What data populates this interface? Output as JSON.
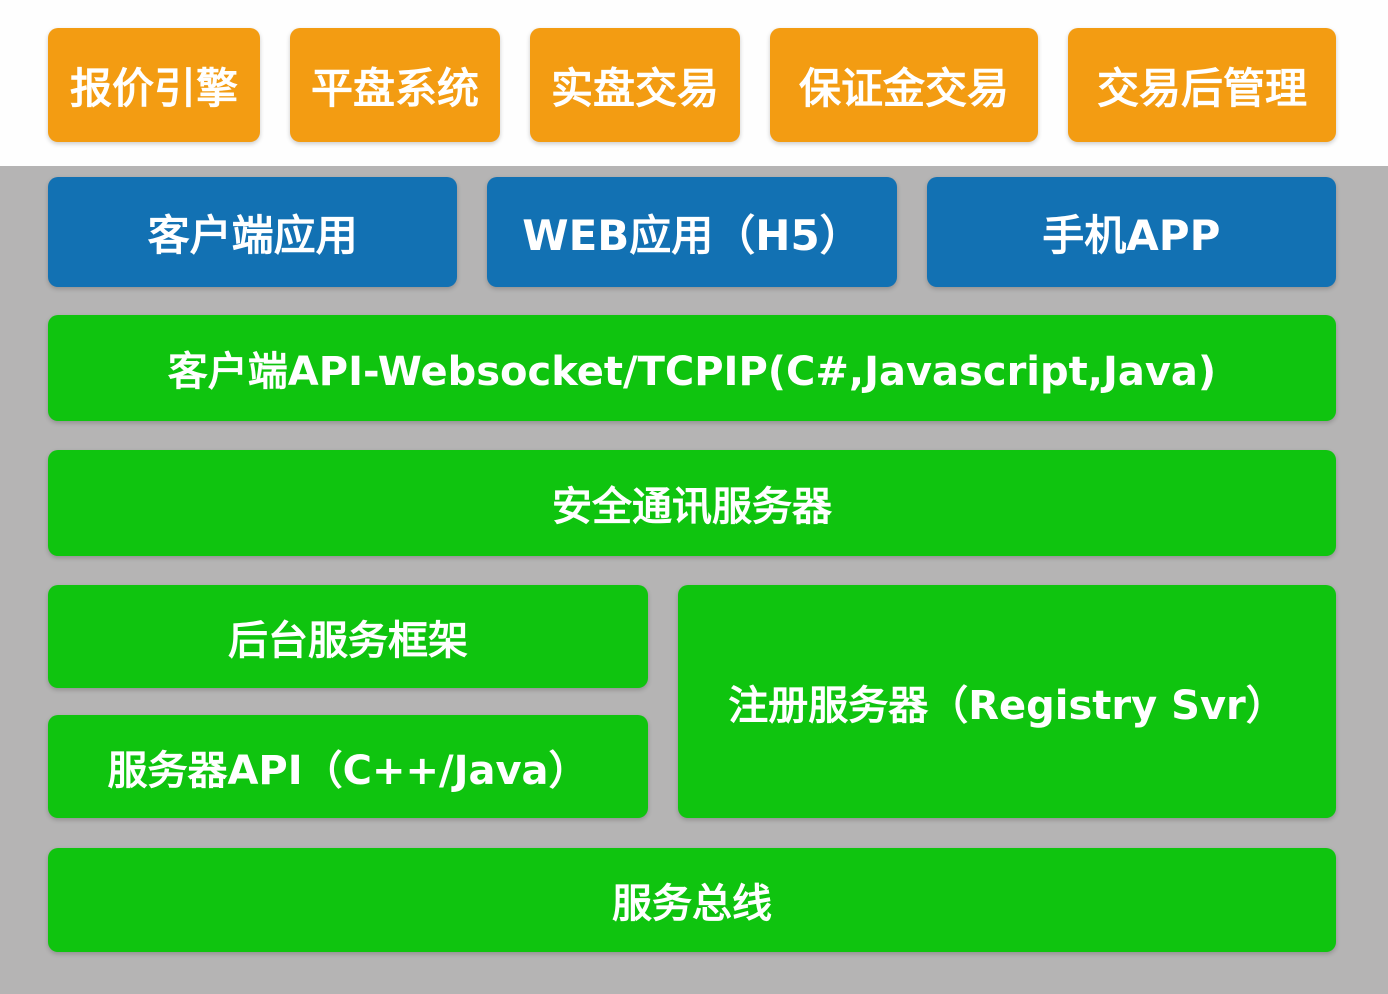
{
  "diagram": {
    "top_modules": {
      "quote_engine": "报价引擎",
      "netting_system": "平盘系统",
      "live_trading": "实盘交易",
      "margin_trading": "保证金交易",
      "post_trade": "交易后管理"
    },
    "client_tier": {
      "client_app": "客户端应用",
      "web_app": "WEB应用（H5）",
      "mobile_app": "手机APP"
    },
    "layers": {
      "client_api": "客户端API-Websocket/TCPIP(C#,Javascript,Java)",
      "secure_comm": "安全通讯服务器",
      "backend_framework": "后台服务框架",
      "server_api": "服务器API（C++/Java）",
      "registry_server": "注册服务器（Registry Svr）",
      "service_bus": "服务总线"
    }
  },
  "colors": {
    "module_orange": "#f39c12",
    "client_blue": "#1271b3",
    "layer_green": "#0fc40f",
    "platform_gray": "#b5b4b4",
    "page_white": "#fefefe",
    "text_white": "#ffffff"
  }
}
